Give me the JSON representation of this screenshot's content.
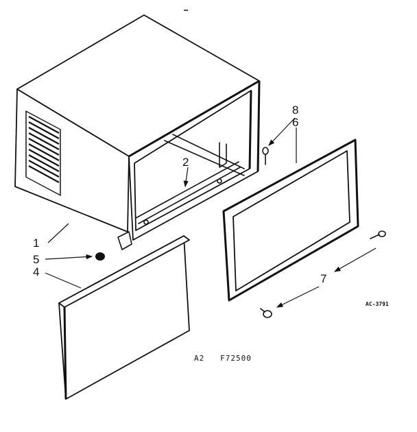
{
  "diagram": {
    "callouts": {
      "c1": "1",
      "c2": "2",
      "c4": "4",
      "c5": "5",
      "c6": "6",
      "c7": "7",
      "c8": "8"
    },
    "caption": "A2   F72500",
    "drawing_code": "AC-3791"
  },
  "colors": {
    "ink": "#111111",
    "paper": "#ffffff"
  }
}
